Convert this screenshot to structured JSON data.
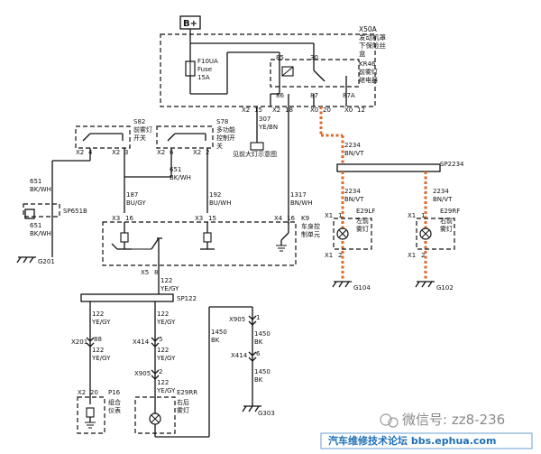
{
  "power": {
    "label": "B+"
  },
  "fuse_box": {
    "line1": "X50A",
    "line2": "发动机罩",
    "line3": "下保险丝",
    "line4": "盒"
  },
  "fuse": {
    "id": "F10UA",
    "type": "Fuse",
    "rating": "15A"
  },
  "relay": {
    "id": "KR46",
    "name1": "前雾灯",
    "name2": "继电器",
    "pins": [
      "85",
      "30",
      "86",
      "87",
      "87A"
    ]
  },
  "connectors": {
    "x2_15": [
      "X2",
      "15"
    ],
    "x2_18": [
      "X2",
      "18"
    ],
    "x0_20": [
      "X0",
      "20"
    ],
    "x0_12": [
      "X0",
      "12"
    ],
    "s82_pins": [
      "X2",
      "4",
      "X2",
      "3"
    ],
    "s78_pins": [
      "X2",
      "6",
      "X2",
      "2"
    ],
    "x3_16": [
      "X3",
      "16"
    ],
    "x3_15": [
      "X3",
      "15"
    ],
    "x4_16": [
      "X4",
      "16"
    ],
    "x5_8": [
      "X5",
      "8"
    ],
    "x201_88": [
      "X201",
      "88"
    ],
    "x414_5": [
      "X414",
      "5"
    ],
    "x905_2": [
      "X905",
      "2"
    ],
    "x905_1": [
      "X905",
      "1"
    ],
    "x414_6": [
      "X414",
      "6"
    ],
    "x2_20": [
      "X2",
      "20"
    ],
    "e29lf_pins": [
      "X1",
      "1",
      "X1",
      "2"
    ],
    "e29rf_pins": [
      "X1",
      "1",
      "X1",
      "2"
    ]
  },
  "wires": {
    "w307": [
      "307",
      "YE/BN"
    ],
    "w2234_a": [
      "2234",
      "BN/VT"
    ],
    "w2234_b": [
      "2234",
      "BN/VT"
    ],
    "w2234_c": [
      "2234",
      "BN/VT"
    ],
    "w651_a": [
      "651",
      "BK/WH"
    ],
    "w651_b": [
      "651",
      "BK/WH"
    ],
    "w651_c": [
      "651",
      "BK/WH"
    ],
    "w187": [
      "187",
      "BU/GY"
    ],
    "w192": [
      "192",
      "BU/WH"
    ],
    "w1317": [
      "1317",
      "BN/WH"
    ],
    "w122_a": [
      "122",
      "YE/GY"
    ],
    "w122_b": [
      "122",
      "YE/GY"
    ],
    "w122_c": [
      "122",
      "YE/GY"
    ],
    "w122_d": [
      "122",
      "YE/GY"
    ],
    "w122_e": [
      "122",
      "YE/GY"
    ],
    "w122_f": [
      "122",
      "YE/GY"
    ],
    "w1450_a": [
      "1450",
      "BK"
    ],
    "w1450_b": [
      "1450",
      "BK"
    ],
    "w1450_c": [
      "1450",
      "BK"
    ]
  },
  "switches": {
    "s82": {
      "id": "S82",
      "name1": "前雾灯",
      "name2": "开关"
    },
    "s78": {
      "id": "S78",
      "name1": "多功能",
      "name2": "控制开",
      "name3": "关"
    }
  },
  "lights_note": "见前大灯示意图",
  "splices": {
    "sp2234": "SP2234",
    "sp651b": "SP651B",
    "sp122": "SP122"
  },
  "k9": {
    "id": "K9",
    "name1": "车身控",
    "name2": "制单元"
  },
  "lamps": {
    "e29lf": {
      "id": "E29LF",
      "name1": "左前",
      "name2": "雾灯"
    },
    "e29rf": {
      "id": "E29RF",
      "name1": "右前",
      "name2": "雾灯"
    },
    "e29rr": {
      "id": "E29RR",
      "name1": "右后",
      "name2": "雾灯"
    }
  },
  "p16": {
    "id": "P16",
    "name1": "组合",
    "name2": "仪表"
  },
  "grounds": {
    "g201": "G201",
    "g104": "G104",
    "g102": "G102",
    "g303": "G303"
  },
  "watermark": {
    "wechat": "微信号: zz8-236",
    "forum": "汽车维修技术论坛 bbs.ephua.com"
  }
}
